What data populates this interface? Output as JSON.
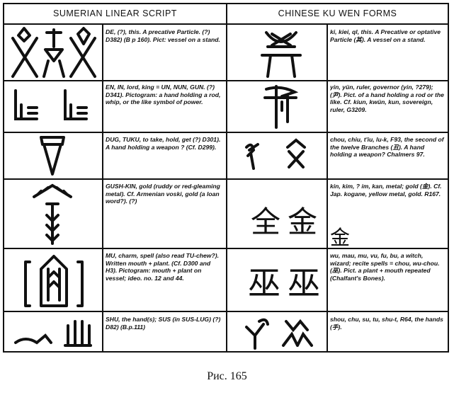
{
  "headers": {
    "left": "SUMERIAN LINEAR SCRIPT",
    "right": "CHINESE KU WEN FORMS"
  },
  "rows": [
    {
      "sumerian_text": "DE, (?), this. A precative Particle. (?) D382) (B p 160). Pict: vessel on a stand.",
      "chinese_text": "ki, kiei, ql, this. A Precative or optative Particle (其). A vessel on a stand."
    },
    {
      "sumerian_text": "EN, IN, lord, king = UN, NUN, GUN. (?) D341). Pictogram: a hand holding a rod, whip, or the like symbol of power.",
      "chinese_text": "yin, yün, ruler, governor (yin, ?279); (尹). Pict. of a hand holding a rod or the like. Cf. kiun, kwün, kun, sovereign, ruler, G3209."
    },
    {
      "sumerian_text": "DUG, TUKU, to take, hold, get (?) D301). A hand holding a weapon ? (Cf. D299).",
      "chinese_text": "chou, chiu, t'iu, lu-k, F93, the second of the twelve Branches (丑). A hand holding a weapon? Chalmers 97."
    },
    {
      "sumerian_text": "GUSH-KIN, gold (ruddy or red-gleaming metal). Cf. Armenian voski, gold (a loan word?). (?)",
      "chinese_text": "kin, kim, ? im, kan, metal; gold (金). Cf. Jap. kogane, yellow metal, gold. R167."
    },
    {
      "sumerian_text": "MU, charm, spell (also read TU-chew?). Written mouth + plant. (Cf. D300 and H3). Pictogram: mouth + plant on vessel; ideo. no. 12 and 44.",
      "chinese_text": "wu, mau, mu, vu, fu, bu, a witch, wizard; recite spells = chou, wu-chou. (巫). Pict. a plant + mouth repeated (Chalfant's Bones)."
    },
    {
      "sumerian_text": "SHU, the hand(s); SUS (in SUS-LUG) (?) D82) (B.p.111)",
      "chinese_text": "shou, chu, su, tu, shu-t, R64, the hands (手)."
    }
  ],
  "caption": "Рис. 165"
}
